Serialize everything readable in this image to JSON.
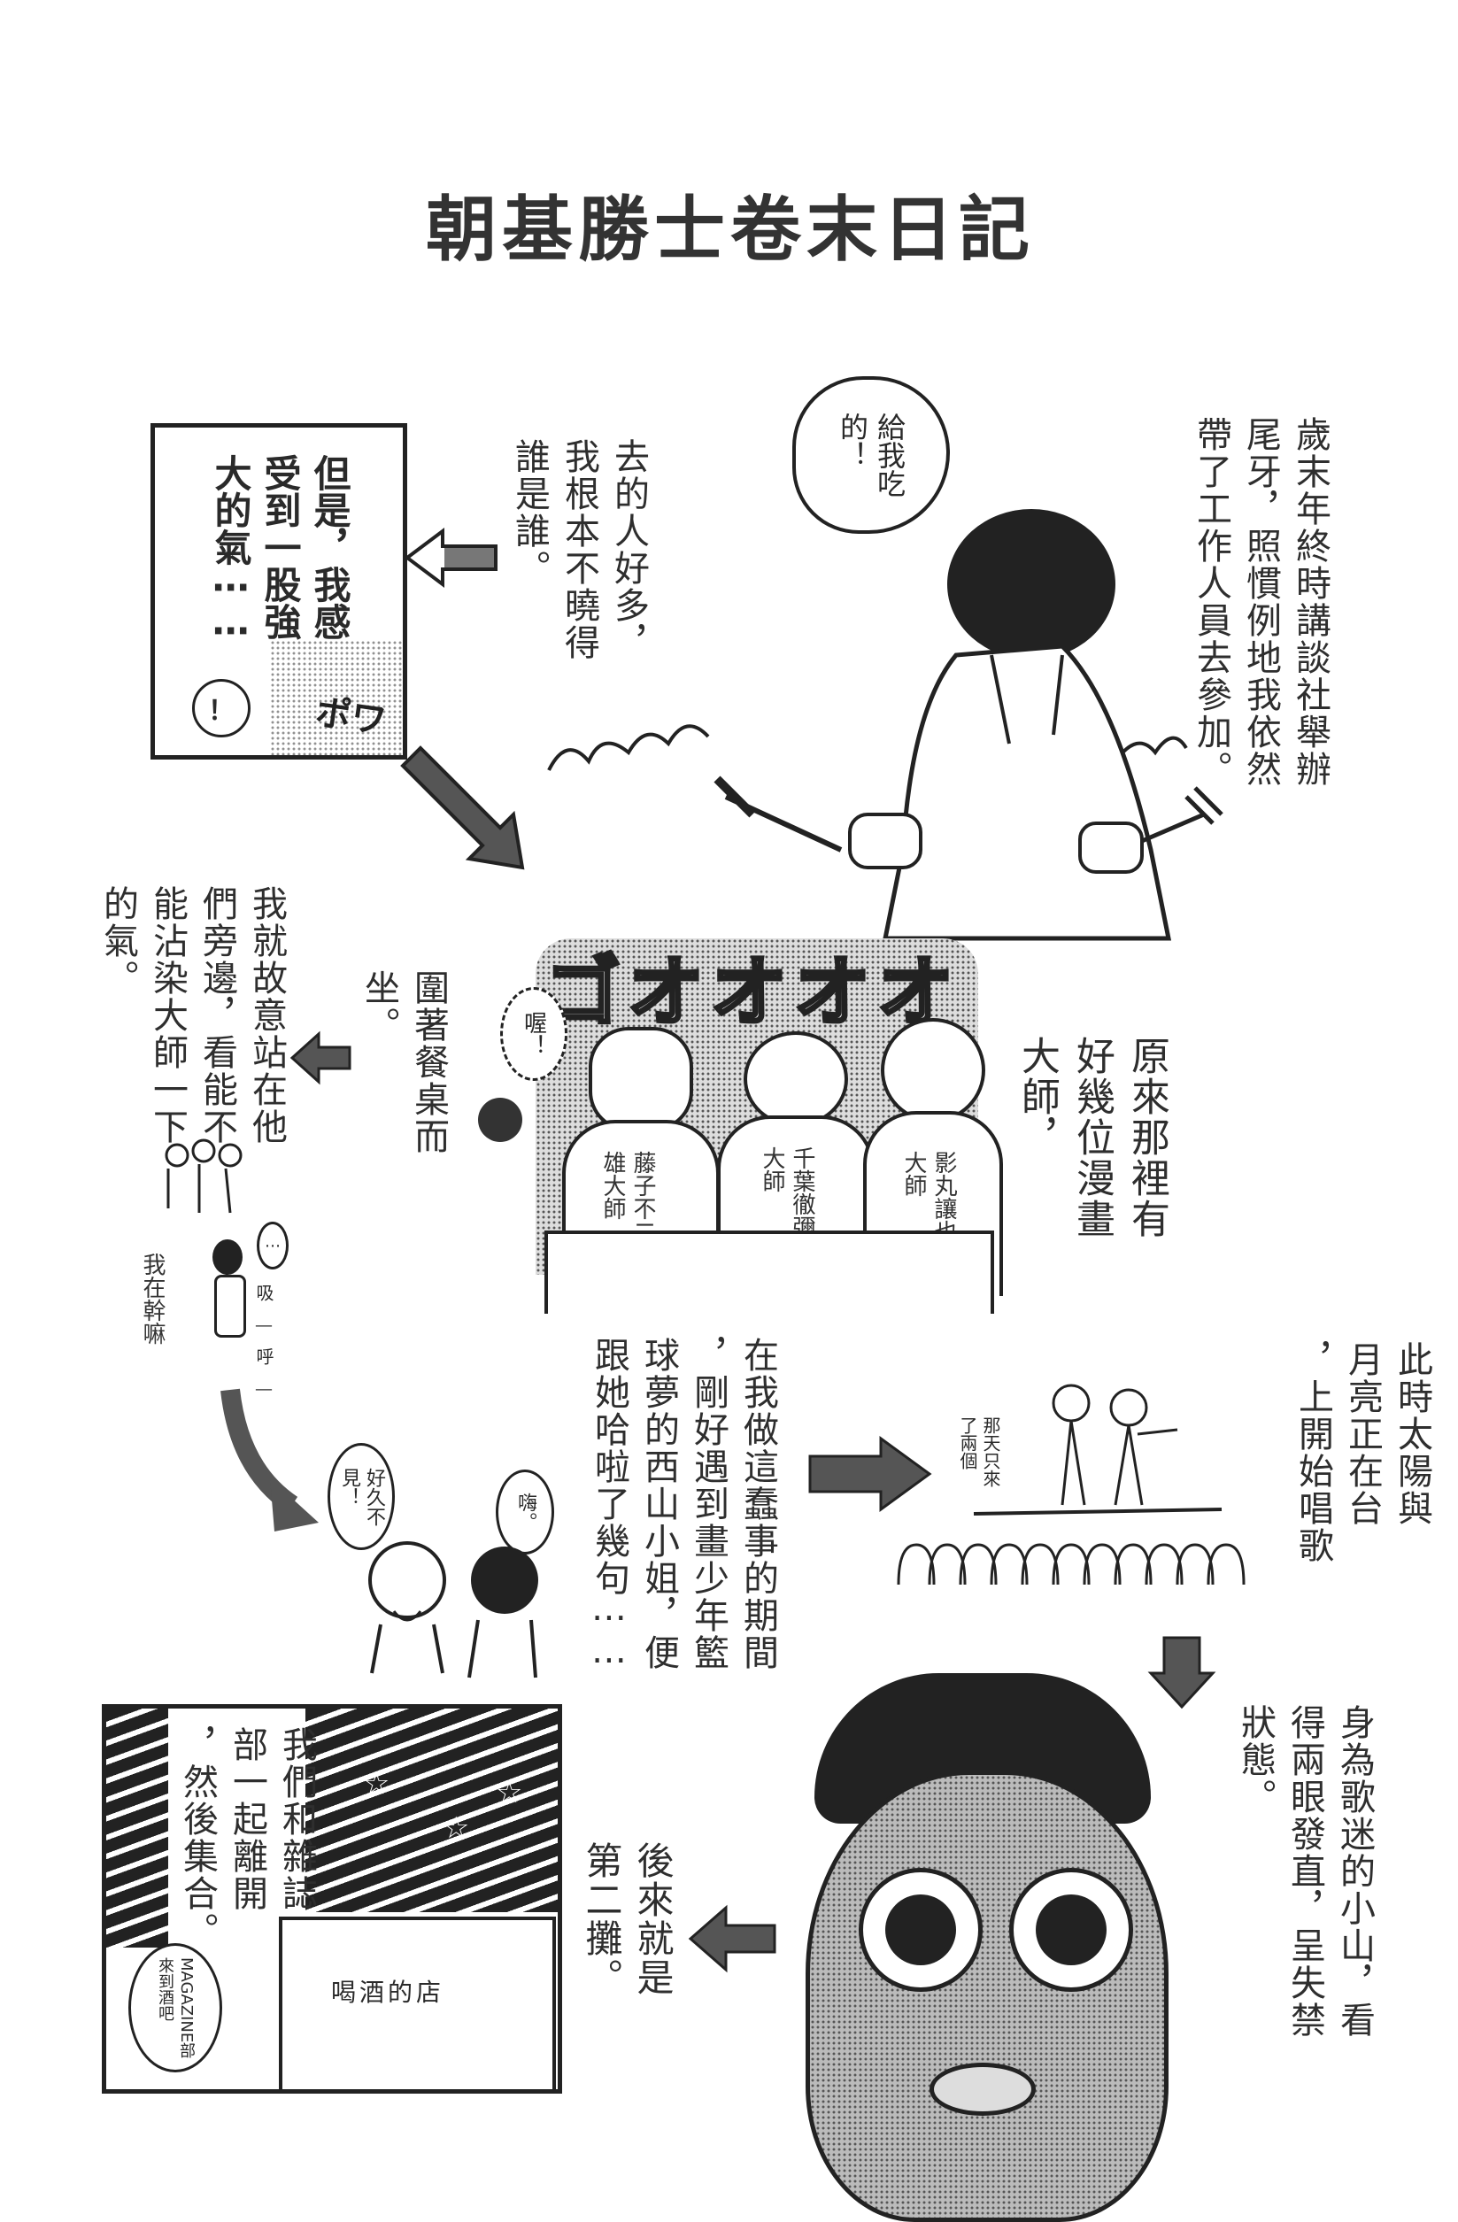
{
  "page": {
    "title": "朝基勝士卷末日記",
    "paper_color": "#ffffff",
    "ink_color": "#222222"
  },
  "panels": {
    "p1_intro": {
      "narration": "歲末年終時講談社舉辦\n尾牙，照慣例地我依然\n帶了工作人員去參加。",
      "speech": "給我吃\n的！"
    },
    "p2_crowd": {
      "narration": "去的人好多，\n我根本不曉得\n誰是誰。"
    },
    "p3_aura": {
      "narration": "但是，我感\n受到一股強\n大的氣⋯⋯",
      "sfx": "ポワ",
      "exclaim": "！"
    },
    "p4_masters": {
      "narration": "原來那裡有\n好幾位漫畫\n大師，",
      "sfx": "ゴオオオオ",
      "caption_sit": "圍著餐桌而\n坐。",
      "reaction": "喔！",
      "masters": [
        {
          "label": "藤子不二\n雄大師"
        },
        {
          "label": "千葉徹彌\n大師"
        },
        {
          "label": "影丸讓也\n大師"
        }
      ]
    },
    "p5_standing": {
      "narration": "我就故意站在他\n們旁邊，看能不\n能沾染大師一下\n的氣。",
      "murmur": "我在幹嘛",
      "dots": "⋯",
      "breath": "吸—呼—"
    },
    "p6_meeting": {
      "narration": "在我做這蠢事的期間\n，剛好遇到畫少年籃\n球夢的西山小姐，便\n跟她哈啦了幾句⋯⋯",
      "speech_left": "好久不\n見！",
      "speech_right": "嗨。"
    },
    "p7_stage": {
      "narration": "此時太陽與\n月亮正在台\n，上開始唱歌",
      "aside": "那天只來\n了兩個"
    },
    "p8_koyama": {
      "narration": "身為歌迷的小山，看\n得兩眼發直，呈失禁\n狀態。"
    },
    "p9_second_party": {
      "narration": "後來就是\n第二攤。"
    },
    "p10_bar": {
      "narration": "我們和雜誌\n部一起離開\n，然後集合。",
      "sign": "喝酒的店",
      "speech": "MAGAZINE部\n來到酒吧"
    }
  }
}
